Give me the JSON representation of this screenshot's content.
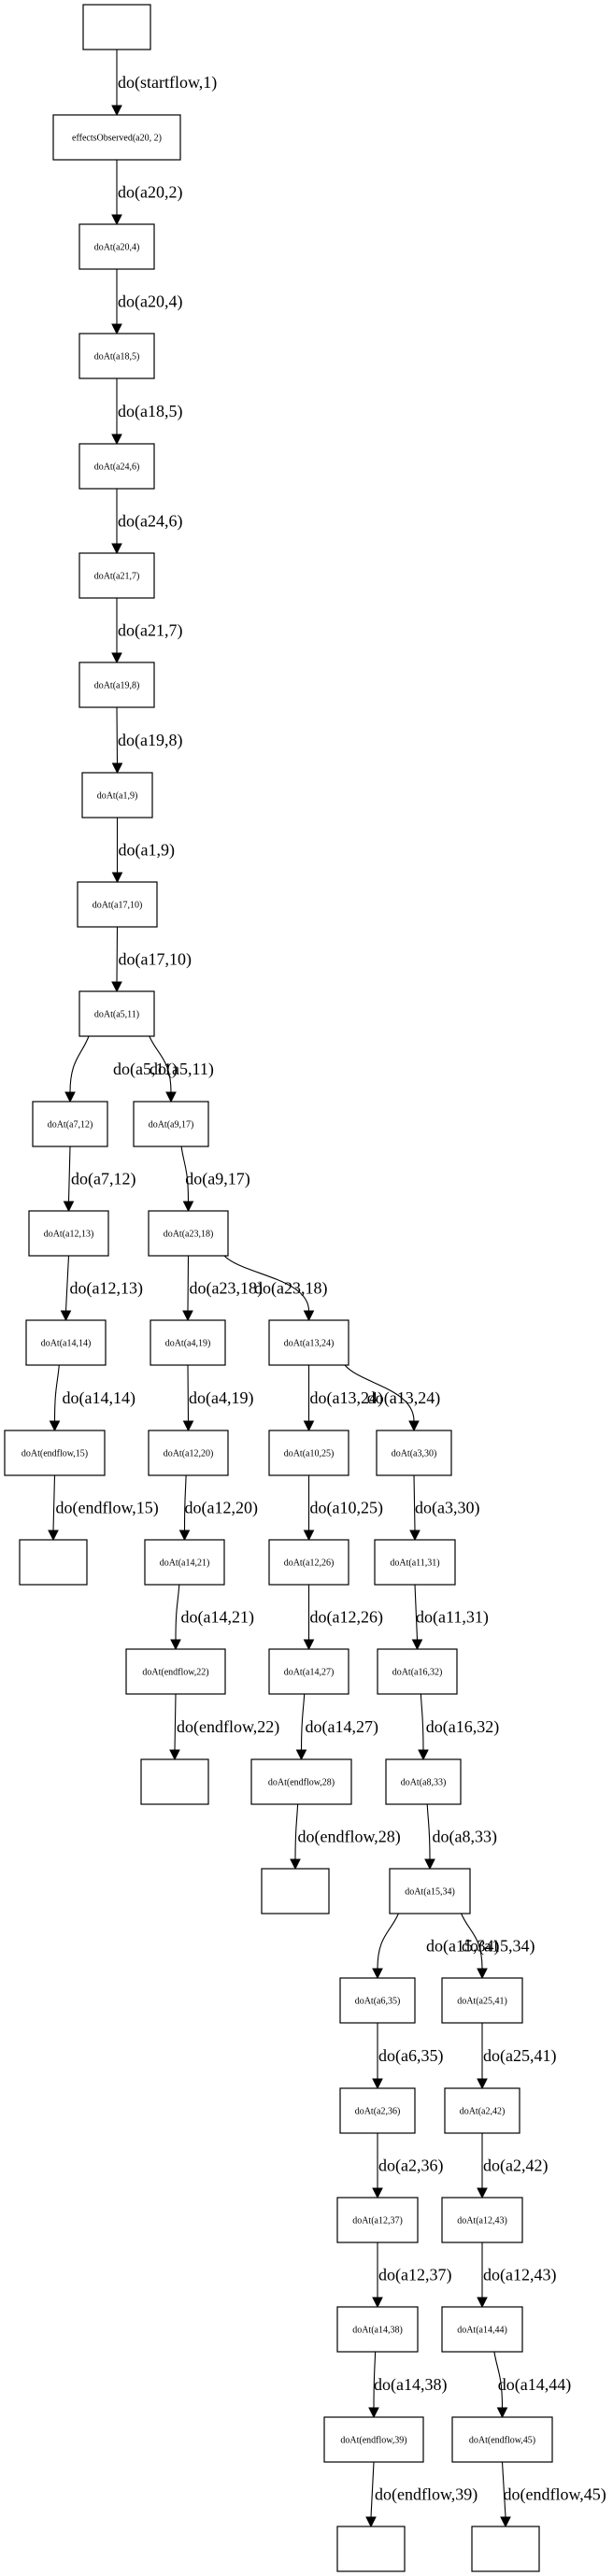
{
  "diagram": {
    "type": "flowchart",
    "direction": "top-to-bottom",
    "nodes": [
      {
        "id": "start",
        "label": ""
      },
      {
        "id": "n2",
        "label": "effectsObserved(a20, 2)"
      },
      {
        "id": "n4",
        "label": "doAt(a20,4)"
      },
      {
        "id": "n5",
        "label": "doAt(a18,5)"
      },
      {
        "id": "n6",
        "label": "doAt(a24,6)"
      },
      {
        "id": "n7",
        "label": "doAt(a21,7)"
      },
      {
        "id": "n8",
        "label": "doAt(a19,8)"
      },
      {
        "id": "n9",
        "label": "doAt(a1,9)"
      },
      {
        "id": "n10",
        "label": "doAt(a17,10)"
      },
      {
        "id": "n11",
        "label": "doAt(a5,11)"
      },
      {
        "id": "n12",
        "label": "doAt(a7,12)"
      },
      {
        "id": "n13",
        "label": "doAt(a12,13)"
      },
      {
        "id": "n14",
        "label": "doAt(a14,14)"
      },
      {
        "id": "n15",
        "label": "doAt(endflow,15)"
      },
      {
        "id": "end15",
        "label": ""
      },
      {
        "id": "n17",
        "label": "doAt(a9,17)"
      },
      {
        "id": "n18",
        "label": "doAt(a23,18)"
      },
      {
        "id": "n19",
        "label": "doAt(a4,19)"
      },
      {
        "id": "n20",
        "label": "doAt(a12,20)"
      },
      {
        "id": "n21",
        "label": "doAt(a14,21)"
      },
      {
        "id": "n22",
        "label": "doAt(endflow,22)"
      },
      {
        "id": "end22",
        "label": ""
      },
      {
        "id": "n24",
        "label": "doAt(a13,24)"
      },
      {
        "id": "n25",
        "label": "doAt(a10,25)"
      },
      {
        "id": "n26",
        "label": "doAt(a12,26)"
      },
      {
        "id": "n27",
        "label": "doAt(a14,27)"
      },
      {
        "id": "n28",
        "label": "doAt(endflow,28)"
      },
      {
        "id": "end28",
        "label": ""
      },
      {
        "id": "n30",
        "label": "doAt(a3,30)"
      },
      {
        "id": "n31",
        "label": "doAt(a11,31)"
      },
      {
        "id": "n32",
        "label": "doAt(a16,32)"
      },
      {
        "id": "n33",
        "label": "doAt(a8,33)"
      },
      {
        "id": "n34",
        "label": "doAt(a15,34)"
      },
      {
        "id": "n35",
        "label": "doAt(a6,35)"
      },
      {
        "id": "n36",
        "label": "doAt(a2,36)"
      },
      {
        "id": "n37",
        "label": "doAt(a12,37)"
      },
      {
        "id": "n38",
        "label": "doAt(a14,38)"
      },
      {
        "id": "n39",
        "label": "doAt(endflow,39)"
      },
      {
        "id": "end39",
        "label": ""
      },
      {
        "id": "n41",
        "label": "doAt(a25,41)"
      },
      {
        "id": "n42",
        "label": "doAt(a2,42)"
      },
      {
        "id": "n43",
        "label": "doAt(a12,43)"
      },
      {
        "id": "n44",
        "label": "doAt(a14,44)"
      },
      {
        "id": "n45",
        "label": "doAt(endflow,45)"
      },
      {
        "id": "end45",
        "label": ""
      }
    ],
    "edges": [
      {
        "from": "start",
        "to": "n2",
        "label": "do(startflow,1)"
      },
      {
        "from": "n2",
        "to": "n4",
        "label": "do(a20,2)"
      },
      {
        "from": "n4",
        "to": "n5",
        "label": "do(a20,4)"
      },
      {
        "from": "n5",
        "to": "n6",
        "label": "do(a18,5)"
      },
      {
        "from": "n6",
        "to": "n7",
        "label": "do(a24,6)"
      },
      {
        "from": "n7",
        "to": "n8",
        "label": "do(a21,7)"
      },
      {
        "from": "n8",
        "to": "n9",
        "label": "do(a19,8)"
      },
      {
        "from": "n9",
        "to": "n10",
        "label": "do(a1,9)"
      },
      {
        "from": "n10",
        "to": "n11",
        "label": "do(a17,10)"
      },
      {
        "from": "n11",
        "to": "n12",
        "label": "do(a5,11)"
      },
      {
        "from": "n11",
        "to": "n17",
        "label": "do(a5,11)"
      },
      {
        "from": "n12",
        "to": "n13",
        "label": "do(a7,12)"
      },
      {
        "from": "n13",
        "to": "n14",
        "label": "do(a12,13)"
      },
      {
        "from": "n14",
        "to": "n15",
        "label": "do(a14,14)"
      },
      {
        "from": "n15",
        "to": "end15",
        "label": "do(endflow,15)"
      },
      {
        "from": "n17",
        "to": "n18",
        "label": "do(a9,17)"
      },
      {
        "from": "n18",
        "to": "n19",
        "label": "do(a23,18)"
      },
      {
        "from": "n18",
        "to": "n24",
        "label": "do(a23,18)"
      },
      {
        "from": "n19",
        "to": "n20",
        "label": "do(a4,19)"
      },
      {
        "from": "n20",
        "to": "n21",
        "label": "do(a12,20)"
      },
      {
        "from": "n21",
        "to": "n22",
        "label": "do(a14,21)"
      },
      {
        "from": "n22",
        "to": "end22",
        "label": "do(endflow,22)"
      },
      {
        "from": "n24",
        "to": "n25",
        "label": "do(a13,24)"
      },
      {
        "from": "n24",
        "to": "n30",
        "label": "do(a13,24)"
      },
      {
        "from": "n25",
        "to": "n26",
        "label": "do(a10,25)"
      },
      {
        "from": "n26",
        "to": "n27",
        "label": "do(a12,26)"
      },
      {
        "from": "n27",
        "to": "n28",
        "label": "do(a14,27)"
      },
      {
        "from": "n28",
        "to": "end28",
        "label": "do(endflow,28)"
      },
      {
        "from": "n30",
        "to": "n31",
        "label": "do(a3,30)"
      },
      {
        "from": "n31",
        "to": "n32",
        "label": "do(a11,31)"
      },
      {
        "from": "n32",
        "to": "n33",
        "label": "do(a16,32)"
      },
      {
        "from": "n33",
        "to": "n34",
        "label": "do(a8,33)"
      },
      {
        "from": "n34",
        "to": "n35",
        "label": "do(a15,34)"
      },
      {
        "from": "n34",
        "to": "n41",
        "label": "do(a15,34)"
      },
      {
        "from": "n35",
        "to": "n36",
        "label": "do(a6,35)"
      },
      {
        "from": "n36",
        "to": "n37",
        "label": "do(a2,36)"
      },
      {
        "from": "n37",
        "to": "n38",
        "label": "do(a12,37)"
      },
      {
        "from": "n38",
        "to": "n39",
        "label": "do(a14,38)"
      },
      {
        "from": "n39",
        "to": "end39",
        "label": "do(endflow,39)"
      },
      {
        "from": "n41",
        "to": "n42",
        "label": "do(a25,41)"
      },
      {
        "from": "n42",
        "to": "n43",
        "label": "do(a2,42)"
      },
      {
        "from": "n43",
        "to": "n44",
        "label": "do(a12,43)"
      },
      {
        "from": "n44",
        "to": "n45",
        "label": "do(a14,44)"
      },
      {
        "from": "n45",
        "to": "end45",
        "label": "do(endflow,45)"
      }
    ]
  }
}
